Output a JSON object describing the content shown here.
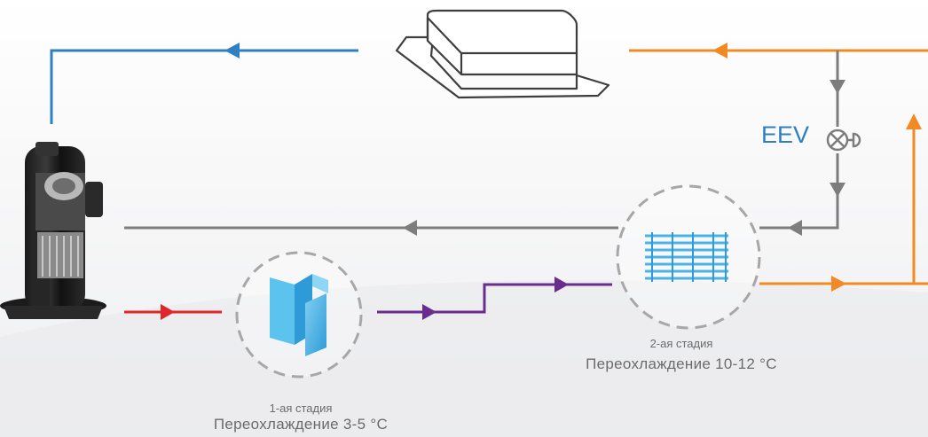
{
  "valve": {
    "label": "EEV"
  },
  "stages": [
    {
      "title": "1-ая стадия",
      "subtitle": "Переохлаждение 3-5 °C"
    },
    {
      "title": "2-ая стадия",
      "subtitle": "Переохлаждение 10-12 °C"
    }
  ],
  "colors": {
    "blue": "#2f7fc3",
    "orange": "#f28a24",
    "gray": "#7d7d7d",
    "red": "#e0262c",
    "purple": "#6a2c8e",
    "component_blue": "#49b3e6"
  }
}
